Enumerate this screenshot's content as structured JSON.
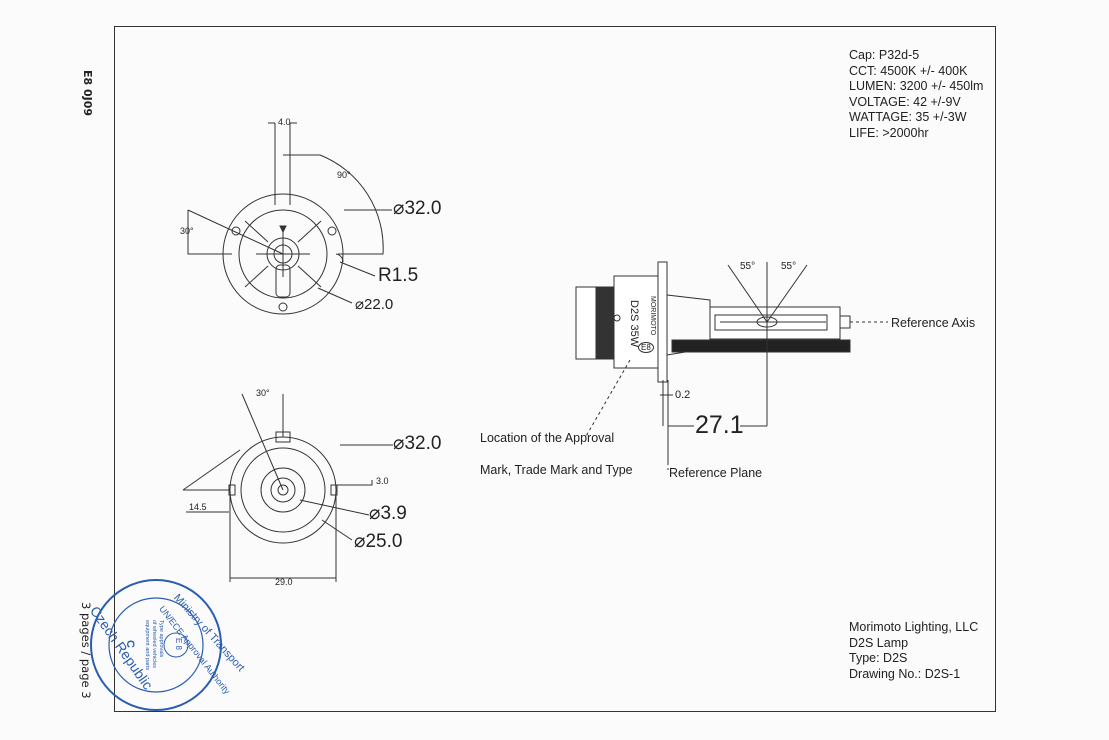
{
  "specs": {
    "cap": "Cap: P32d-5",
    "cct": "CCT: 4500K +/- 400K",
    "lumen": "LUMEN: 3200 +/- 450lm",
    "voltage": "VOLTAGE: 42 +/-9V",
    "wattage": "WATTAGE: 35 +/-3W",
    "life": "LIFE: >2000hr"
  },
  "title_block": {
    "company": "Morimoto Lighting, LLC",
    "product": "D2S Lamp",
    "type": "Type: D2S",
    "drawing_no": "Drawing No.: D2S-1"
  },
  "side_text": {
    "approval_code": "E8 0J09",
    "pages": "3 pages / page 3"
  },
  "top_view": {
    "dim_width": "4.0",
    "angle_90": "90°",
    "angle_30": "30°",
    "dia_outer": "⌀32.0",
    "radius": "R1.5",
    "dia_inner": "⌀22.0"
  },
  "bottom_view": {
    "angle_30": "30°",
    "dia_outer": "⌀32.0",
    "dim_3": "3.0",
    "dim_14": "14.5",
    "dia_small": "⌀3.9",
    "dia_mid": "⌀25.0",
    "dim_29": "29.0"
  },
  "side_view": {
    "angle_left": "55°",
    "angle_right": "55°",
    "reference_axis": "Reference Axis",
    "dim_02": "0.2",
    "dim_271": "27.1",
    "reference_plane": "Reference Plane",
    "approval_note_1": "Location of the Approval",
    "approval_note_2": "Mark, Trade Mark and Type",
    "lamp_marking": "D2S 35W",
    "brand_marking": "MORIMOTO",
    "e_mark": "E8"
  },
  "stamp": {
    "ministry": "Ministry of Transport",
    "authority": "UN/ECE Approval Authority",
    "country": "Czech Republic",
    "e_mark": "E 8",
    "letter": "C",
    "desc_1": "Type approvals",
    "desc_2": "of wheeled vehicles",
    "desc_3": "equipment and parts",
    "color": "#2a5db0"
  }
}
